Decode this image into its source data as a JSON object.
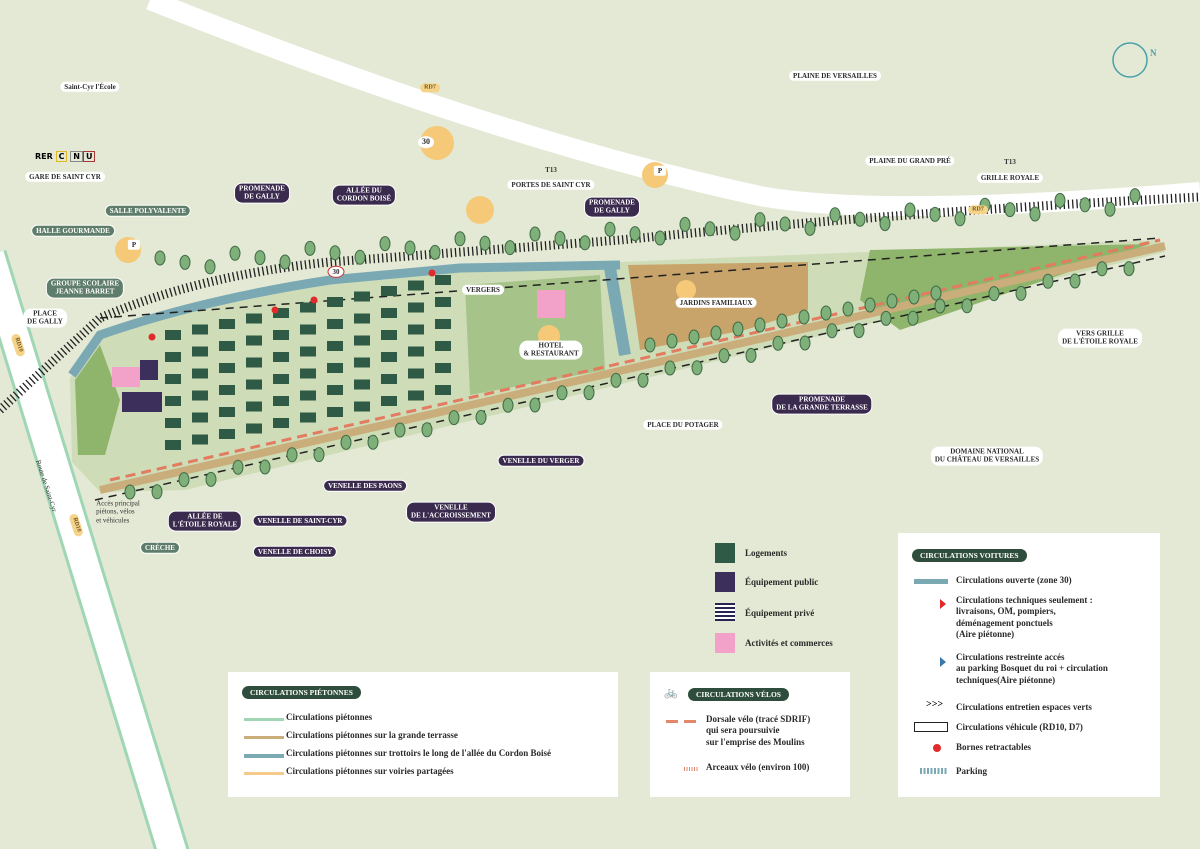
{
  "places": {
    "saint_cyr": "Saint-Cyr l'École",
    "plaine_versailles": "PLAINE DE VERSAILLES",
    "rd7": "RD7",
    "rd10": "RD10",
    "route_saint_cyr": "Route de Saint-Cyr",
    "rer": "RER",
    "rer_c": "C",
    "line_n": "N",
    "line_u": "U",
    "gare": "GARE DE SAINT CYR",
    "speed": "30",
    "t13": "T13",
    "portes": "PORTES DE SAINT CYR",
    "grille_royale": "GRILLE ROYALE",
    "plaine_grand_pre": "PLAINE DU GRAND PRÉ",
    "vers_grille": "VERS GRILLE\nDE L'ÉTOILE ROYALE",
    "domaine": "DOMAINE NATIONAL\nDU CHÂTEAU DE VERSAILLES",
    "parking": "P",
    "acces": "Accès principal\npiétons, vélos\net véhicules"
  },
  "streets": {
    "promenade_gally": "PROMENADE\nDE GALLY",
    "allee_cordon": "ALLÉE DU\nCORDON BOISÉ",
    "promenade_terrasse": "PROMENADE\nDE LA GRANDE TERRASSE",
    "venelle_verger": "VENELLE DU VERGER",
    "venelle_paons": "VENELLE DES PAONS",
    "venelle_accroissement": "VENELLE\nDE L'ACCROISSEMENT",
    "venelle_saint_cyr": "VENELLE DE SAINT-CYR",
    "allee_etoile": "ALLÉE DE\nL'ÉTOILE ROYALE",
    "venelle_choisy": "VENELLE DE CHOISY"
  },
  "facilities": {
    "salle": "SALLE POLYVALENTE",
    "halle": "HALLE GOURMANDE",
    "groupe": "GROUPE SCOLAIRE\nJEANNE BARRET",
    "place_gally": "PLACE\nDE GALLY",
    "creche": "CRÈCHE",
    "vergers": "VERGERS",
    "jardins": "JARDINS FAMILIAUX",
    "hotel": "HOTEL\n& RESTAURANT",
    "place_potager": "PLACE DU POTAGER"
  },
  "legend_buildings": [
    {
      "label": "Logements",
      "color": "#2f5a45"
    },
    {
      "label": "Équipement public",
      "color": "#3d2f5c"
    },
    {
      "label": "Équipement privé",
      "color": "#2a2450"
    },
    {
      "label": "Activités et commerces",
      "color": "#f2a2c8"
    }
  ],
  "legend_pietons": {
    "title": "CIRCULATIONS PIÉTONNES",
    "items": [
      {
        "label": "Circulations piétonnes",
        "color": "#9fd6b4"
      },
      {
        "label": "Circulations piétonnes sur la grande terrasse",
        "color": "#c9ad7a"
      },
      {
        "label": "Circulations piétonnes sur trottoirs le long de l'allée du Cordon Boisé",
        "color": "#7aa9b4"
      },
      {
        "label": "Circulations piétonnes sur voiries partagées",
        "color": "#f4c98a"
      }
    ]
  },
  "legend_velos": {
    "title": "CIRCULATIONS VÉLOS",
    "items": [
      {
        "label": "Dorsale vélo (tracé SDRIF)\nqui sera poursuivie\nsur l'emprise des Moulins"
      },
      {
        "label": "Arceaux vélo (environ 100)"
      }
    ]
  },
  "legend_voitures": {
    "title": "CIRCULATIONS VOITURES",
    "items": [
      {
        "label": "Circulations ouverte (zone 30)"
      },
      {
        "label": "Circulations techniques seulement :\nlivraisons, OM, pompiers,\ndéménagement ponctuels\n(Aire piétonne)"
      },
      {
        "label": "Circulations restreinte accés\nau parking Bosquet du roi + circulation\ntechniques(Aire piétonne)"
      },
      {
        "label": "Circulations entretien espaces verts"
      },
      {
        "label": "Circulations véhicule (RD10, D7)"
      },
      {
        "label": "Bornes retractables"
      },
      {
        "label": "Parking"
      }
    ]
  },
  "compass": "N"
}
